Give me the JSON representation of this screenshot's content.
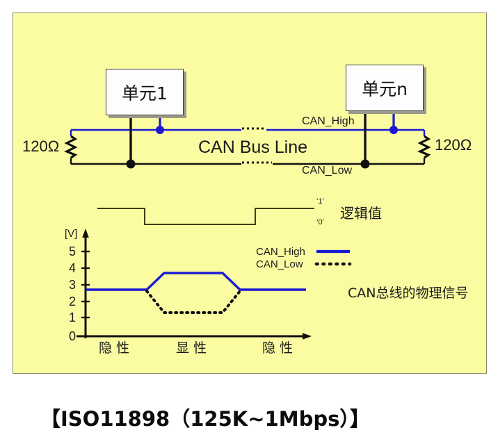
{
  "figure": {
    "caption": "【ISO11898（125K~1Mbps）】",
    "background_color": "#fbfba2",
    "accent_color": "#1a1ad2"
  },
  "topology": {
    "nodes": [
      {
        "label": "单元1"
      },
      {
        "label": "单元n"
      }
    ],
    "terminators": [
      {
        "label": "120Ω"
      },
      {
        "label": "120Ω"
      }
    ],
    "bus_label": "CAN Bus Line",
    "high_line_label": "CAN_High",
    "low_line_label": "CAN_Low"
  },
  "logic": {
    "title": "逻辑值",
    "high_tick": "‘1’",
    "low_tick": "‘0’",
    "sequence": [
      1,
      0,
      1
    ]
  },
  "chart_data": {
    "type": "line",
    "title": "CAN总线的物理信号",
    "xlabel": "",
    "ylabel": "[V]",
    "ylim": [
      0,
      5.5
    ],
    "yticks": [
      "0",
      "1",
      "2",
      "3",
      "4",
      "5"
    ],
    "grid": false,
    "legend_position": "upper-right",
    "series": [
      {
        "name": "CAN_High",
        "style": "solid",
        "color": "#1a1ad2",
        "x": [
          0,
          33,
          42,
          72,
          81,
          115
        ],
        "values": [
          2.5,
          2.5,
          3.5,
          3.5,
          2.5,
          2.5
        ]
      },
      {
        "name": "CAN_Low",
        "style": "dotted",
        "color": "#111111",
        "x": [
          0,
          33,
          42,
          72,
          81,
          115
        ],
        "values": [
          2.5,
          2.5,
          1.35,
          1.35,
          2.5,
          2.5
        ]
      }
    ],
    "state_labels": [
      "隐 性",
      "显 性",
      "隐 性"
    ],
    "legend": [
      "CAN_High",
      "CAN_Low"
    ]
  }
}
